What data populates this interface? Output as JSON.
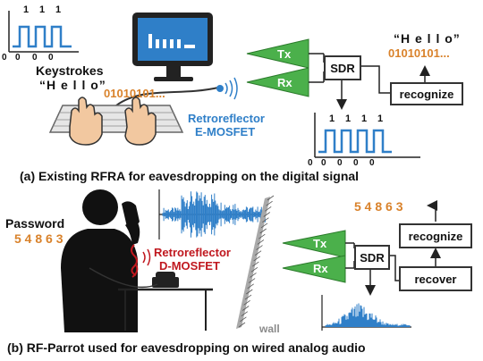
{
  "panel_a": {
    "top_bits": [
      "0",
      "1",
      "0",
      "1",
      "0",
      "1",
      "0"
    ],
    "keystrokes_label": "Keystrokes",
    "hello_quoted": "“H e l l o”",
    "bitstream": "01010101...",
    "retroreflector_line1": "Retroreflector",
    "retroreflector_line2": "E-MOSFET",
    "tx_label": "Tx",
    "rx_label": "Rx",
    "sdr_label": "SDR",
    "recognize_label": "recognize",
    "output_hello": "“H e l l o”",
    "output_bits": "01010101...",
    "bottom_bits": [
      "0",
      "1",
      "0",
      "1",
      "0",
      "1",
      "0",
      "1",
      "0"
    ],
    "caption": "(a) Existing RFRA for eavesdropping on the digital signal"
  },
  "panel_b": {
    "password_label": "Password",
    "password_digits": "5 4 8 6 3",
    "retroreflector_line1": "Retroreflector",
    "retroreflector_line2": "D-MOSFET",
    "wall_label": "wall",
    "tx_label": "Tx",
    "rx_label": "Rx",
    "sdr_label": "SDR",
    "recognize_label": "recognize",
    "recover_label": "recover",
    "output_digits": "5 4 8 6 3",
    "caption": "(b) RF-Parrot used for eavesdropping on wired analog audio"
  },
  "colors": {
    "orange": "#d9822b",
    "blue": "#2f7fc8",
    "red": "#c0181f",
    "green": "#4bb04b",
    "wall": "#a9a9a9"
  }
}
